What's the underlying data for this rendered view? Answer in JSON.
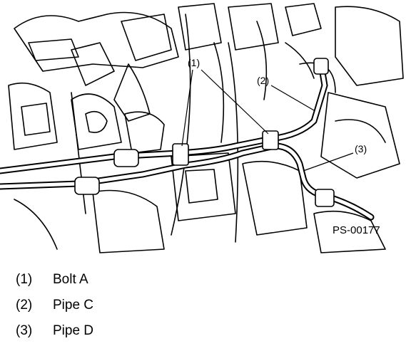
{
  "figure": {
    "figure_id": "PS-00177",
    "callouts": [
      "(1)",
      "(2)",
      "(3)"
    ]
  },
  "legend": [
    {
      "number": "(1)",
      "label": "Bolt A"
    },
    {
      "number": "(2)",
      "label": "Pipe C"
    },
    {
      "number": "(3)",
      "label": "Pipe D"
    }
  ]
}
